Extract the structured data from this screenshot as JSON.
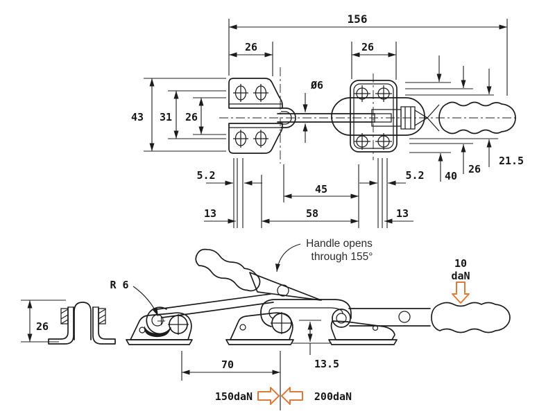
{
  "drawing": {
    "background": "#ffffff",
    "line_color": "#1c1c1c",
    "accent_color": "#e07a3a",
    "top_view": {
      "overall_length": "156",
      "left_slot_spacing": "26",
      "right_slot_spacing": "26",
      "rod_diameter": "Ø6",
      "plate_height": "43",
      "hole_row_height": "31",
      "inner_height": "26",
      "left_slot_width": "5.2",
      "right_slot_width": "5.2",
      "hook_span": "45",
      "left_edge_offset": "13",
      "slot_center_span": "58",
      "right_edge_offset": "13",
      "handle_dim_40": "40",
      "handle_dim_26": "26",
      "handle_dim_21_5": "21.5"
    },
    "side_view": {
      "handle_note_line1": "Handle opens",
      "handle_note_line2": "through 155°",
      "hook_radius": "R 6",
      "bracket_height": "26",
      "base_span": "70",
      "hook_drop": "13.5",
      "pull_force": "150daN",
      "counter_force": "200daN",
      "handle_force_value": "10",
      "handle_force_unit": "daN"
    }
  }
}
